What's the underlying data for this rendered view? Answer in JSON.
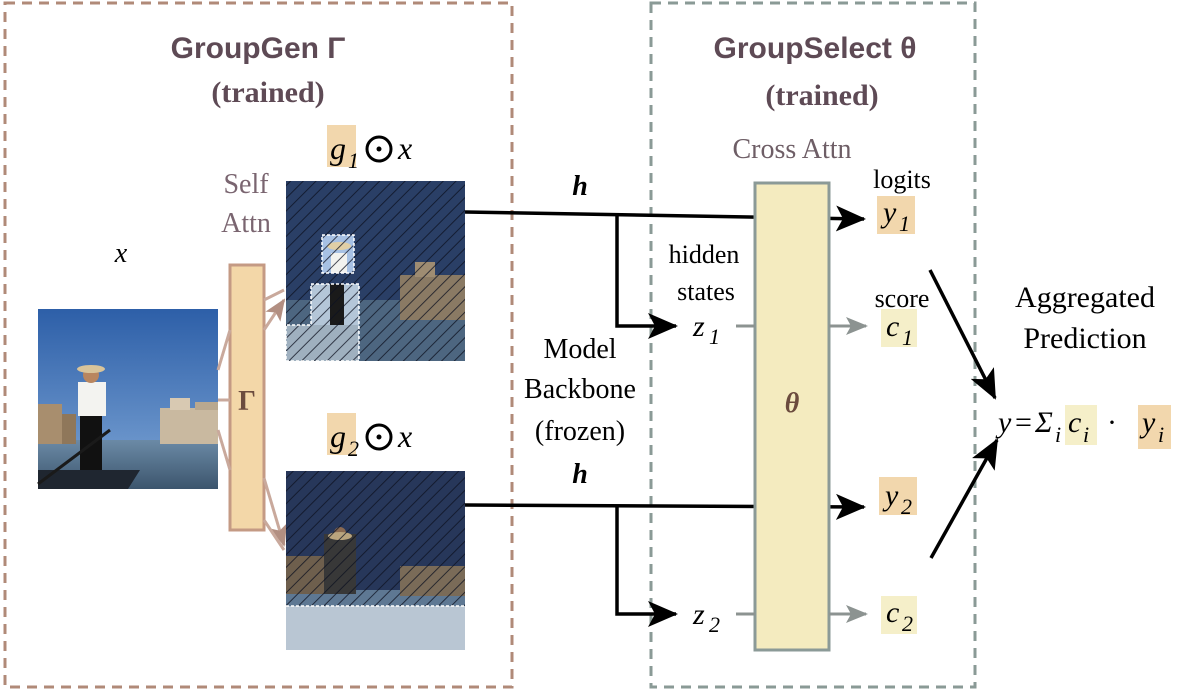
{
  "groupgen": {
    "title": "GroupGen Γ",
    "status": "(trained)",
    "self_attn_line1": "Self",
    "self_attn_line2": "Attn",
    "module_symbol": "Γ",
    "input_label": "x"
  },
  "groupselect": {
    "title": "GroupSelect θ",
    "status": "(trained)",
    "cross_attn": "Cross Attn",
    "module_symbol": "θ"
  },
  "groups": [
    {
      "mask_label": "g1⊙x",
      "mask_sym": "g",
      "mask_sub": "1",
      "mask_rest": "x",
      "h": "h",
      "z": "z",
      "z_sub": "1",
      "c": "c",
      "c_sub": "1",
      "y": "y",
      "y_sub": "1"
    },
    {
      "mask_label": "g2⊙x",
      "mask_sym": "g",
      "mask_sub": "2",
      "mask_rest": "x",
      "h": "h",
      "z": "z",
      "z_sub": "2",
      "c": "c",
      "c_sub": "2",
      "y": "y",
      "y_sub": "2"
    }
  ],
  "labels": {
    "hidden_line1": "hidden",
    "hidden_line2": "states",
    "backbone_line1": "Model",
    "backbone_line2": "Backbone",
    "backbone_line3": "(frozen)",
    "logits": "logits",
    "score": "score",
    "agg_line1": "Aggregated",
    "agg_line2": "Prediction"
  },
  "formula": {
    "y": "y",
    "eq": "=",
    "sigma": "Σ",
    "sigma_sub": "i",
    "c": "c",
    "c_sub": "i",
    "dot": "·",
    "y2": "y",
    "y2_sub": "i"
  },
  "colors": {
    "groupgen_border": "#b08a78",
    "groupselect_border": "#8a9a96",
    "title_text": "#5e4a55",
    "gamma_fill": "#f3d7a8",
    "gamma_stroke": "#c49a84",
    "theta_fill": "#f4ebbf",
    "theta_stroke": "#8b9a97",
    "highlight_orange": "#f2d7ad",
    "highlight_cream": "#f5efc9",
    "gray_arrow": "#8c9391"
  }
}
